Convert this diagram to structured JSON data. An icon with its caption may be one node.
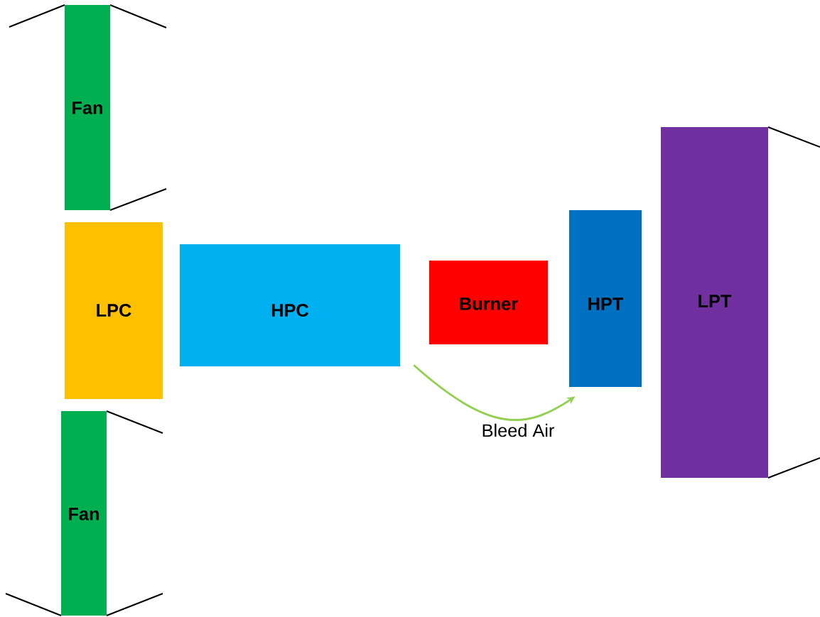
{
  "diagram": {
    "nodes": [
      {
        "text": [
          "Fan"
        ]
      },
      {
        "text": [
          "LPC"
        ]
      },
      {
        "text": [
          "HPC"
        ]
      },
      {
        "text": [
          "Burner"
        ]
      },
      {
        "text": [
          "HPT"
        ]
      },
      {
        "text": [
          "LPT"
        ]
      },
      {
        "text": [
          "Fan"
        ]
      }
    ],
    "edges": [
      {
        "from": 2,
        "to": 4,
        "arrow": "to",
        "label": "Bleed Air",
        "color": "#92d050"
      }
    ]
  }
}
